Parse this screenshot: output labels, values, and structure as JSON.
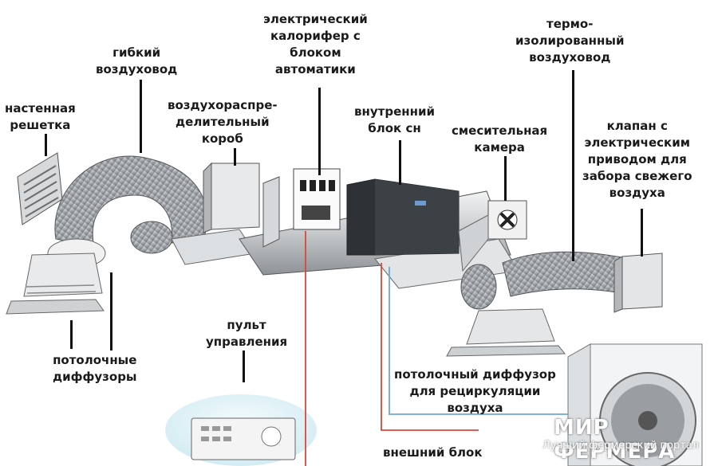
{
  "labels": {
    "wall_grille": [
      "настенная",
      "решетка"
    ],
    "flex_duct": [
      "гибкий",
      "воздуховод"
    ],
    "distribution_box": [
      "воздухораспре-",
      "делительный",
      "короб"
    ],
    "electric_heater": [
      "электрический",
      "калорифер с",
      "блоком",
      "автоматики"
    ],
    "indoor_unit": [
      "внутренний",
      "блок сн"
    ],
    "mixing_chamber": [
      "смесительная",
      "камера"
    ],
    "insulated_duct": [
      "термо-",
      "изолированный",
      "воздуховод"
    ],
    "fresh_air_valve": [
      "клапан с",
      "электрическим",
      "приводом для",
      "забора свежего",
      "воздуха"
    ],
    "ceiling_diffusers": [
      "потолочные",
      "диффузоры"
    ],
    "control_panel": [
      "пульт",
      "управления"
    ],
    "recirc_diffuser": [
      "потолочный диффузор",
      "для рециркуляции",
      "воздуха"
    ],
    "outdoor_unit": [
      "внешний блок"
    ]
  },
  "watermark": {
    "title": "МИР ФЕРМЕРА",
    "subtitle": "Лучший фермерский портал"
  },
  "colors": {
    "text": "#1a1a1a",
    "leader": "#111111",
    "duct_metal": "#c9ccd0",
    "panel_screen": "#dff3f8",
    "wire": "#d9473a"
  }
}
